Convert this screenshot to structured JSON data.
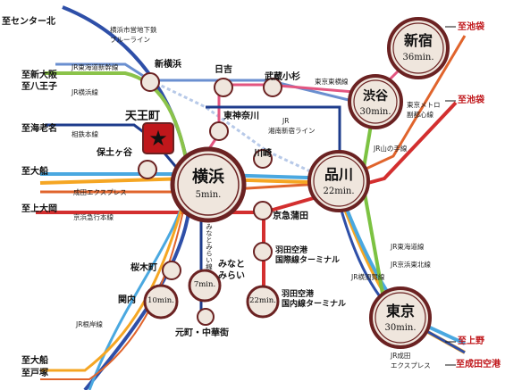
{
  "destinations": {
    "center_north": "至センター北",
    "shin_osaka": "至新大阪",
    "hachioji": "至八王子",
    "ebina": "至海老名",
    "ofuna": "至大船",
    "kamiooka": "至上大岡",
    "ofuna_totsuka_1": "至大船",
    "ofuna_totsuka_2": "至戸塚",
    "ikebukuro_1": "至池袋",
    "ikebukuro_2": "至池袋",
    "ueno": "至上野",
    "narita": "至成田空港"
  },
  "lines": {
    "blue_line_1": "横浜市営地下鉄",
    "blue_line_2": "ブルーライン",
    "tokaido_shinkansen": "JR東海道新幹線",
    "yokohama_line": "JR横浜線",
    "sotetsu": "相鉄本線",
    "narita_express": "成田エクスプレス",
    "keikyu": "京浜急行本線",
    "toyoko": "東京東横線",
    "shonan_1": "JR",
    "shonan_2": "湘南新宿ライン",
    "yamanote": "JR山の手線",
    "tokyo_metro_1": "東京メトロ",
    "tokyo_metro_2": "副都心線",
    "minatomirai_line": "みなとみらい線",
    "tokaido": "JR東海道線",
    "keihin_tohoku": "JR京浜東北線",
    "yokosuka": "JR横須賀線",
    "negishi": "JR根岸線",
    "narita_express_2a": "JR成田",
    "narita_express_2b": "エクスプレス"
  },
  "stations": {
    "shin_yokohama": "新横浜",
    "hiyoshi": "日吉",
    "musashikosugi": "武蔵小杉",
    "tennocho": "天王町",
    "higashi_kanagawa": "東神奈川",
    "hodogaya": "保土ヶ谷",
    "kawasaki": "川崎",
    "keikyu_kamata": "京急蒲田",
    "haneda_intl_1": "羽田空港",
    "haneda_intl_2": "国際線ターミナル",
    "haneda_dom_1": "羽田空港",
    "haneda_dom_2": "国内線ターミナル",
    "sakuragicho": "桜木町",
    "kannai": "関内",
    "minatomirai_1": "みなと",
    "minatomirai_2": "みらい",
    "motomachi": "元町・中華街"
  },
  "hubs": {
    "yokohama": {
      "name": "横浜",
      "time": "5min."
    },
    "shinagawa": {
      "name": "品川",
      "time": "22min."
    },
    "shibuya": {
      "name": "渋谷",
      "time": "30min."
    },
    "shinjuku": {
      "name": "新宿",
      "time": "36min."
    },
    "tokyo": {
      "name": "東京",
      "time": "30min."
    },
    "kannai_time": "10min.",
    "minatomirai_time": "7min.",
    "haneda_time": "22min."
  },
  "colors": {
    "blue_line": "#2e4fa8",
    "yokohama_line": "#8bc34a",
    "shinkansen": "#6a8fd0",
    "sotetsu": "#1e3c8c",
    "keikyu": "#d32f2f",
    "narita_exp": "#e0642c",
    "toyoko": "#e35580",
    "yamanote": "#7cc242",
    "tokaido": "#f5a623",
    "keihin": "#4aa8e0",
    "hub_fill": "#efe6dd",
    "hub_ring": "#6b2222"
  }
}
